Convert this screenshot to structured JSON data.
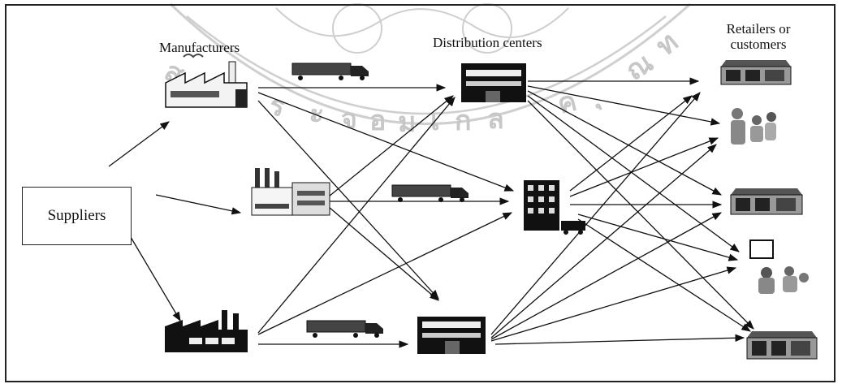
{
  "labels": {
    "suppliers": "Suppliers",
    "manufacturers": "Manufacturers",
    "distribution_centers": "Distribution centers",
    "retailers_line1": "Retailers or",
    "retailers_line2": "customers"
  },
  "icons": [
    "factory-icon",
    "factory-icon",
    "factory-icon",
    "truck-icon",
    "truck-icon",
    "truck-icon",
    "warehouse-icon",
    "office-building-icon",
    "warehouse-icon",
    "store-icon",
    "people-icon",
    "store-icon",
    "people-icon",
    "store-icon"
  ],
  "colors": {
    "line": "#111111",
    "watermark": "#c9c9c9"
  }
}
